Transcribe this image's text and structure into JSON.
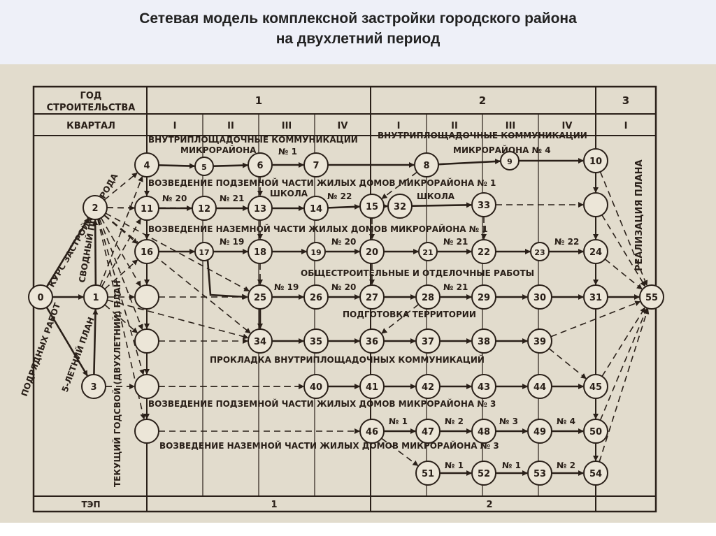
{
  "title": {
    "line1": "Сетевая модель комплексной застройки городского района",
    "line2": "на двухлетний период"
  },
  "colors": {
    "paper": "#e2dccd",
    "ink": "#2a2019",
    "header_bg": "#eef0f8"
  },
  "header": {
    "year_label_1": "ГОД",
    "year_label_2": "СТРОИТЕЛЬСТВА",
    "quarter_label": "КВАРТАЛ",
    "years": [
      "1",
      "2",
      "3"
    ],
    "quarters": [
      "I",
      "II",
      "III",
      "IV",
      "I",
      "II",
      "III",
      "IV",
      "I"
    ],
    "tep_label": "ТЭП",
    "tep_values": [
      "1",
      "2"
    ]
  },
  "left_labels": {
    "start_course": "КУРС ЗАСТРОЙКИ ГОРОДА",
    "summary_plan": "СВОДНЫЙ ПОСТ",
    "contract_works": "ПОДРЯДНЫХ РАБОТ",
    "five_year_plan": "5-ЛЕТНИЙ ПЛАН",
    "current_plan": "ТЕКУЩИЙ ГОДСВОЙ (ДВУХЛЕТНИЙ) ПЛАН",
    "realization": "РЕАЛИЗАЦИЯ ПЛАНА"
  },
  "rows": [
    {
      "label": "ВНУТРИПЛОЩАДОЧНЫЕ КОММУНИКАЦИИ",
      "label2": "ВНУТРИПЛОЩАДОЧНЫЕ КОММУНИКАЦИИ",
      "sub1": "МИКРОРАЙОНА",
      "sub2": "МИКРОРАЙОНА № 4",
      "nums": [
        "№ 1"
      ]
    },
    {
      "label": "ВОЗВЕДЕНИЕ ПОДЗЕМНОЙ ЧАСТИ ЖИЛЫХ ДОМОВ МИКРОРАЙОНА № 1",
      "nums": [
        "№ 20",
        "№ 21",
        "№ 22"
      ],
      "school1": "ШКОЛА",
      "school2": "ШКОЛА"
    },
    {
      "label": "ВОЗВЕДЕНИЕ НАЗЕМНОЙ ЧАСТИ ЖИЛЫХ ДОМОВ МИКРОРАЙОНА № 1",
      "nums": [
        "№ 19",
        "№ 20",
        "№ 21",
        "№ 22"
      ]
    },
    {
      "label": "ОБЩЕСТРОИТЕЛЬНЫЕ И ОТДЕЛОЧНЫЕ РАБОТЫ",
      "nums": [
        "№ 19",
        "№ 20",
        "№ 21"
      ]
    },
    {
      "label": "ПОДГОТОВКА ТЕРРИТОРИИ"
    },
    {
      "label": "ПРОКЛАДКА ВНУТРИПЛОЩАДОЧНЫХ КОММУНИКАЦИЙ"
    },
    {
      "label": "ВОЗВЕДЕНИЕ ПОДЗЕМНОЙ ЧАСТИ ЖИЛЫХ ДОМОВ МИКРОРАЙОНА № 3",
      "nums": [
        "№ 1",
        "№ 2",
        "№ 3",
        "№ 4"
      ]
    },
    {
      "label": "ВОЗВЕДЕНИЕ НАЗЕМНОЙ ЧАСТИ ЖИЛЫХ ДОМОВ МИКРОРАЙОНА № 3",
      "nums": [
        "№ 1",
        "№ 1",
        "№ 2"
      ]
    }
  ],
  "nodes": {
    "n0": "0",
    "n1": "1",
    "n2": "2",
    "n3": "3",
    "n4": "4",
    "n5": "5",
    "n6": "6",
    "n7": "7",
    "n8": "8",
    "n9": "9",
    "n10": "10",
    "n11": "11",
    "n12": "12",
    "n13": "13",
    "n14": "14",
    "n15": "15",
    "n32": "32",
    "n33": "33",
    "n16": "16",
    "n17": "17",
    "n18": "18",
    "n19": "19",
    "n20": "20",
    "n21": "21",
    "n22": "22",
    "n23": "23",
    "n24": "24",
    "n25": "25",
    "n26": "26",
    "n27": "27",
    "n28": "28",
    "n29": "29",
    "n30": "30",
    "n31": "31",
    "n34": "34",
    "n35": "35",
    "n36": "36",
    "n37": "37",
    "n38": "38",
    "n39": "39",
    "n40": "40",
    "n41": "41",
    "n42": "42",
    "n43": "43",
    "n44": "44",
    "n45": "45",
    "n46": "46",
    "n47": "47",
    "n48": "48",
    "n49": "49",
    "n50": "50",
    "n51": "51",
    "n52": "52",
    "n53": "53",
    "n54": "54",
    "n55": "55"
  }
}
